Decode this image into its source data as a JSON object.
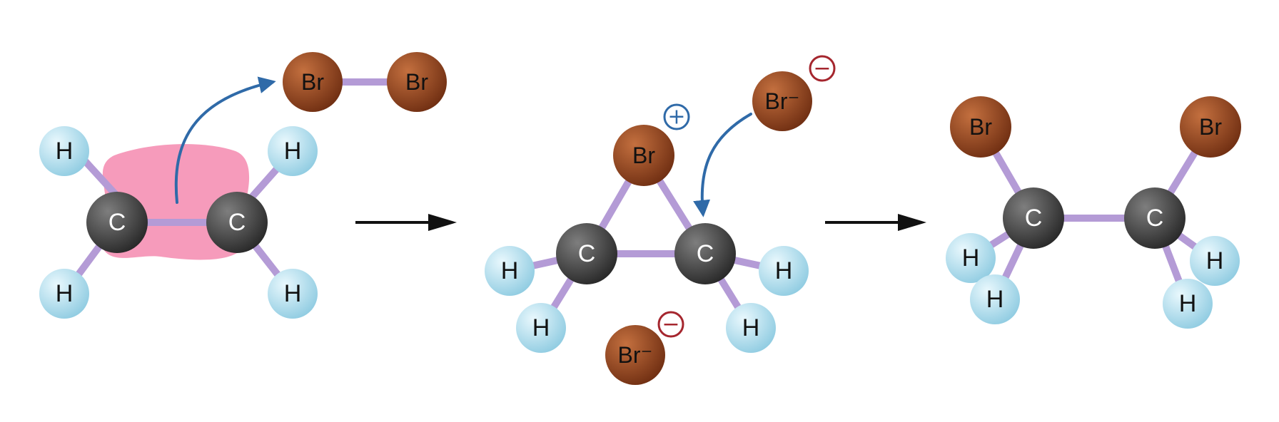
{
  "colors": {
    "background": "#ffffff",
    "bond": "#b49bd6",
    "bond_dark": "#8d72b8",
    "carbon_light": "#7e7e7e",
    "carbon_dark": "#262626",
    "hydrogen_light": "#e9f8fd",
    "hydrogen_dark": "#8ecbe1",
    "bromine_light": "#c4703f",
    "bromine_dark": "#6e2d11",
    "pi_cloud": "#f37fa8",
    "mechanism_arrow": "#2f6aa8",
    "reaction_arrow": "#111111",
    "positive_charge": "#2f6aa8",
    "negative_charge": "#a5262e"
  },
  "atom_labels": {
    "carbon": "C",
    "hydrogen": "H",
    "bromine": "Br",
    "bromide_ion": "Br⁻"
  },
  "charge_signs": {
    "positive": "+",
    "negative": "−"
  },
  "stages": [
    {
      "id": "ethene-and-bromine",
      "molecules": [
        "ethene",
        "dibromine"
      ],
      "features": [
        "pi-electron-cloud",
        "curved-arrow-pi-to-br"
      ]
    },
    {
      "id": "bromonium-ion-intermediate",
      "molecules": [
        "bromonium-ion",
        "bromide-ion"
      ],
      "features": [
        "curved-arrow-bromide-attack"
      ]
    },
    {
      "id": "1-2-dibromoethane",
      "molecules": [
        "dibromoethane"
      ],
      "features": []
    }
  ],
  "icons": [
    "curved-mechanism-arrow",
    "reaction-arrow",
    "positive-charge-icon",
    "negative-charge-icon"
  ]
}
